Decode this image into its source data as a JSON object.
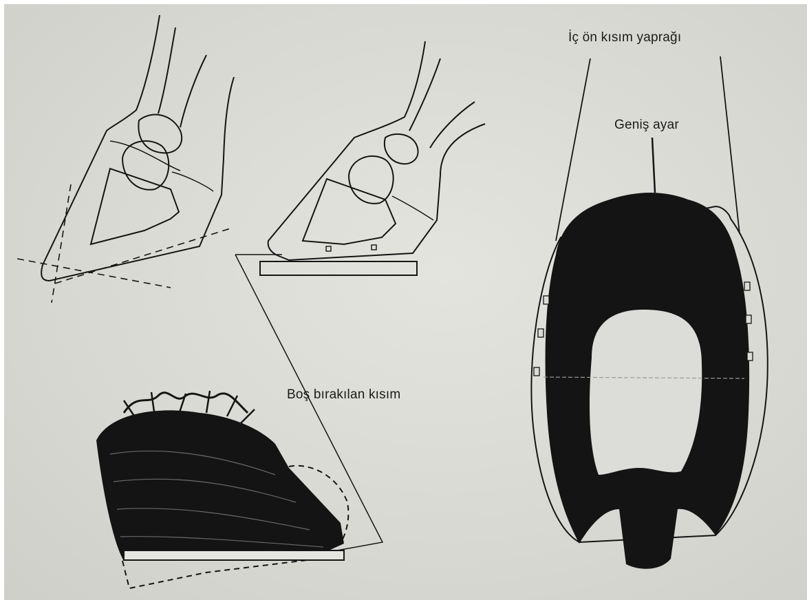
{
  "labels": {
    "inner_front_leaf": "İç ön kısım yaprağı",
    "wide_setting": "Geniş ayar",
    "left_empty_part": "Boş bırakılan kısım"
  },
  "colors": {
    "paper": "#dcdcd8",
    "ink": "#141414"
  },
  "figures": {
    "hoof_angle_icon": "hoof-angle-icon",
    "hoof_shoe_icon": "hoof-shoe-icon",
    "hoof_side_icon": "hoof-side-icon",
    "horseshoe_icon": "horseshoe-icon"
  }
}
